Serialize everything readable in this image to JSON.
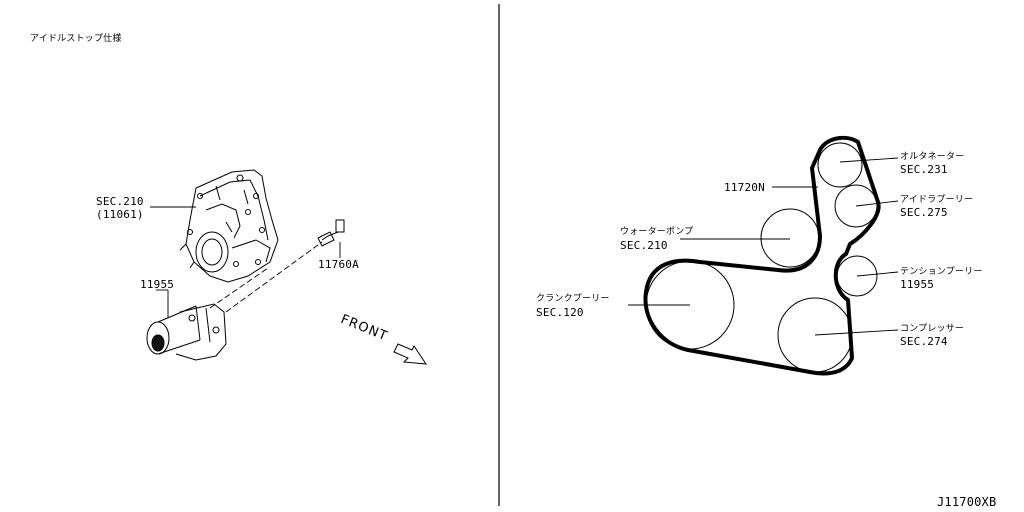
{
  "left_panel": {
    "title": "アイドルストップ仕様",
    "labels": {
      "sec_front_cover": "SEC.210",
      "sec_front_cover_sub": "(11061)",
      "bolt": "11760A",
      "pulley_assy": "11955",
      "front": "FRONT"
    }
  },
  "belt_diagram": {
    "belt": "11720N",
    "alternator_name": "オルタネーター",
    "alternator_sec": "SEC.231",
    "idler_name": "アイドラプーリー",
    "idler_sec": "SEC.275",
    "water_pump_name": "ウォーターポンプ",
    "water_pump_sec": "SEC.210",
    "tension_name": "テンションプーリー",
    "tension_num": "11955",
    "crank_name": "クランクプーリー",
    "crank_sec": "SEC.120",
    "compressor_name": "コンプレッサー",
    "compressor_sec": "SEC.274"
  },
  "figure_code": "J11700XB"
}
